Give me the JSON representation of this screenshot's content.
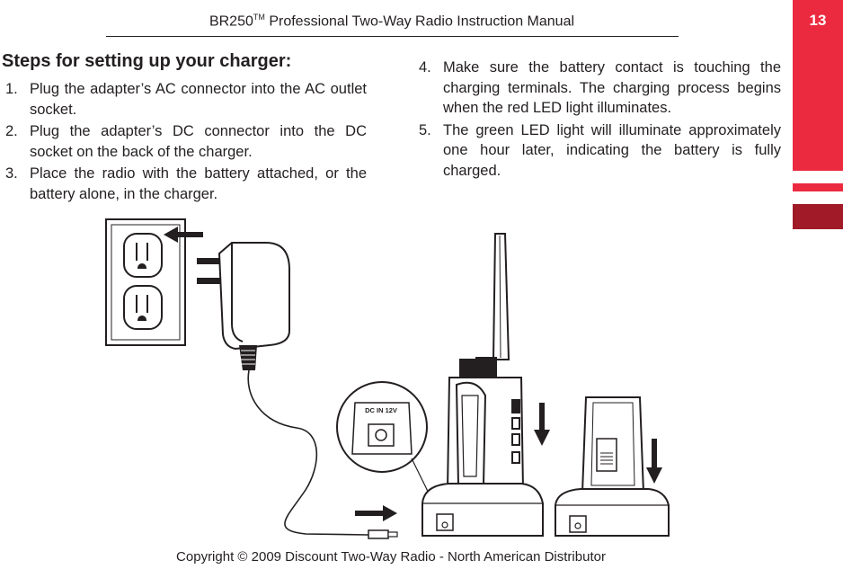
{
  "header": {
    "title_start": "BR250",
    "title_sup": "TM",
    "title_end": " Professional Two-Way Radio Instruction Manual",
    "page_number": "13"
  },
  "section": {
    "title": "Steps for setting up your charger:"
  },
  "steps_left": [
    {
      "num": "1.",
      "text": "Plug the adapter’s AC connector into the AC outlet socket."
    },
    {
      "num": "2.",
      "text": "Plug the adapter’s DC connector into the DC socket on the back of the charger."
    },
    {
      "num": "3.",
      "text": "Place the radio with the battery attached, or the battery alone, in the charger."
    }
  ],
  "steps_right": [
    {
      "num": "4.",
      "text": "Make sure the battery contact is touching the charging terminals. The charging process begins when the red LED light illuminates."
    },
    {
      "num": "5.",
      "text": "The green LED light will illuminate approximately one hour later, indicating the battery is fully charged."
    }
  ],
  "illustration": {
    "socket_label": "DC IN 12V"
  },
  "footer": {
    "copyright": "Copyright © 2009 Discount Two-Way Radio - North American Distributor"
  },
  "colors": {
    "accent_red": "#ec2a3f",
    "accent_dark_red": "#a01a27",
    "ink": "#231f20"
  }
}
